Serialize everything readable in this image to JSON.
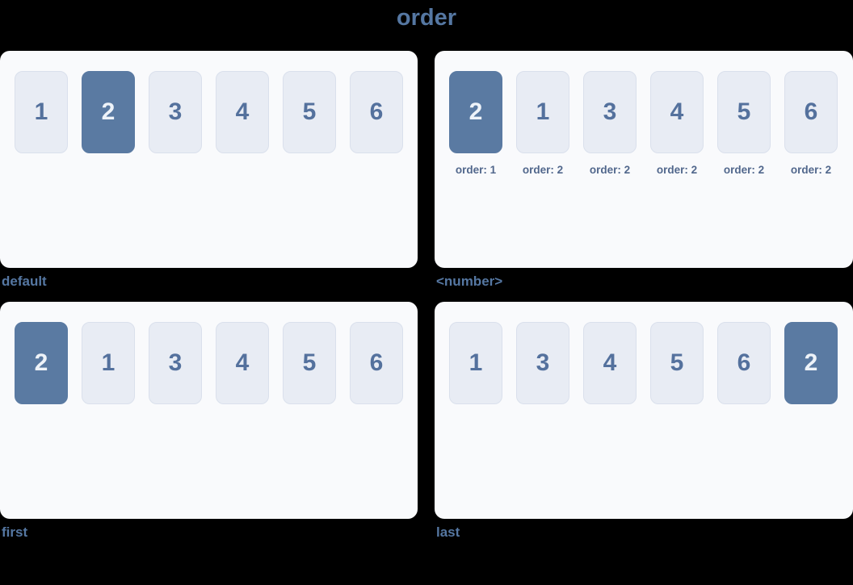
{
  "title": "order",
  "colors": {
    "page_bg": "#000000",
    "panel_bg": "#f9fafc",
    "box_bg": "#e8ecf4",
    "box_border": "#dae0ec",
    "box_text": "#54719d",
    "highlight_bg": "#5a7aa2",
    "highlight_text": "#eef3f9",
    "heading_color": "#5577a2",
    "order_label_color": "#51678c"
  },
  "panels": [
    {
      "caption": "default",
      "boxes": [
        {
          "n": "1",
          "highlight": false
        },
        {
          "n": "2",
          "highlight": true
        },
        {
          "n": "3",
          "highlight": false
        },
        {
          "n": "4",
          "highlight": false
        },
        {
          "n": "5",
          "highlight": false
        },
        {
          "n": "6",
          "highlight": false
        }
      ]
    },
    {
      "caption": "<number>",
      "boxes": [
        {
          "n": "2",
          "highlight": true,
          "label": "order: 1"
        },
        {
          "n": "1",
          "highlight": false,
          "label": "order: 2"
        },
        {
          "n": "3",
          "highlight": false,
          "label": "order: 2"
        },
        {
          "n": "4",
          "highlight": false,
          "label": "order: 2"
        },
        {
          "n": "5",
          "highlight": false,
          "label": "order: 2"
        },
        {
          "n": "6",
          "highlight": false,
          "label": "order: 2"
        }
      ]
    },
    {
      "caption": "first",
      "boxes": [
        {
          "n": "2",
          "highlight": true
        },
        {
          "n": "1",
          "highlight": false
        },
        {
          "n": "3",
          "highlight": false
        },
        {
          "n": "4",
          "highlight": false
        },
        {
          "n": "5",
          "highlight": false
        },
        {
          "n": "6",
          "highlight": false
        }
      ]
    },
    {
      "caption": "last",
      "boxes": [
        {
          "n": "1",
          "highlight": false
        },
        {
          "n": "3",
          "highlight": false
        },
        {
          "n": "4",
          "highlight": false
        },
        {
          "n": "5",
          "highlight": false
        },
        {
          "n": "6",
          "highlight": false
        },
        {
          "n": "2",
          "highlight": true
        }
      ]
    }
  ]
}
